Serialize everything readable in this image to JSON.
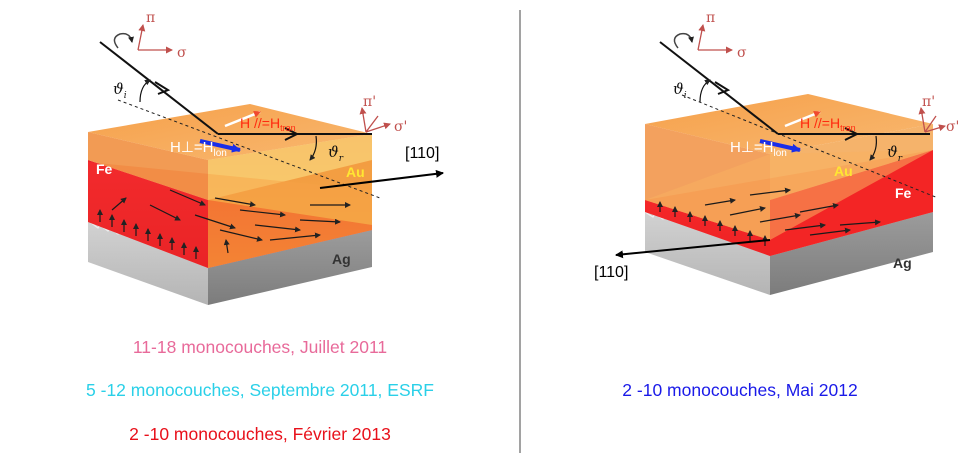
{
  "colors": {
    "fe_red": "#e8262a",
    "au_orange": "#f7a455",
    "ag_gray": "#c8c8c8",
    "beam_red": "#c0504d",
    "h_perp_blue": "#1a2ee8",
    "caption_pink": "#e86a9a",
    "caption_cyan": "#2ad0e8",
    "caption_red": "#e8101a",
    "caption_blue": "#1a1ae8"
  },
  "left_panel": {
    "polarization": {
      "pi": "π",
      "sigma": "σ",
      "pi_prime": "π'",
      "sigma_prime": "σ'"
    },
    "angles": {
      "incidence": "ϑ",
      "incidence_sub": "i",
      "reflection": "ϑ",
      "reflection_sub": "r"
    },
    "fields": {
      "h_parallel": "H //=H",
      "h_parallel_sub": "tran",
      "h_perp": "H⊥=H",
      "h_perp_sub": "lon"
    },
    "materials": {
      "fe": "Fe",
      "au": "Au",
      "ag": "Ag"
    },
    "direction": "[110]",
    "captions": [
      {
        "text": "11-18 monocouches, Juillet 2011",
        "color": "#e86a9a"
      },
      {
        "text": "5 -12 monocouches, Septembre 2011, ESRF",
        "color": "#2ad0e8"
      },
      {
        "text": "2 -10 monocouches, Février 2013",
        "color": "#e8101a"
      }
    ]
  },
  "right_panel": {
    "polarization": {
      "pi": "π",
      "sigma": "σ",
      "pi_prime": "π'",
      "sigma_prime": "σ'"
    },
    "angles": {
      "incidence": "ϑ",
      "incidence_sub": "i",
      "reflection": "ϑ",
      "reflection_sub": "r"
    },
    "fields": {
      "h_parallel": "H //=H",
      "h_parallel_sub": "tran",
      "h_perp": "H⊥=H",
      "h_perp_sub": "lon"
    },
    "materials": {
      "fe": "Fe",
      "au": "Au",
      "ag": "Ag"
    },
    "direction": "[110]",
    "captions": [
      {
        "text": "2 -10 monocouches, Mai 2012",
        "color": "#1a1ae8"
      }
    ]
  }
}
